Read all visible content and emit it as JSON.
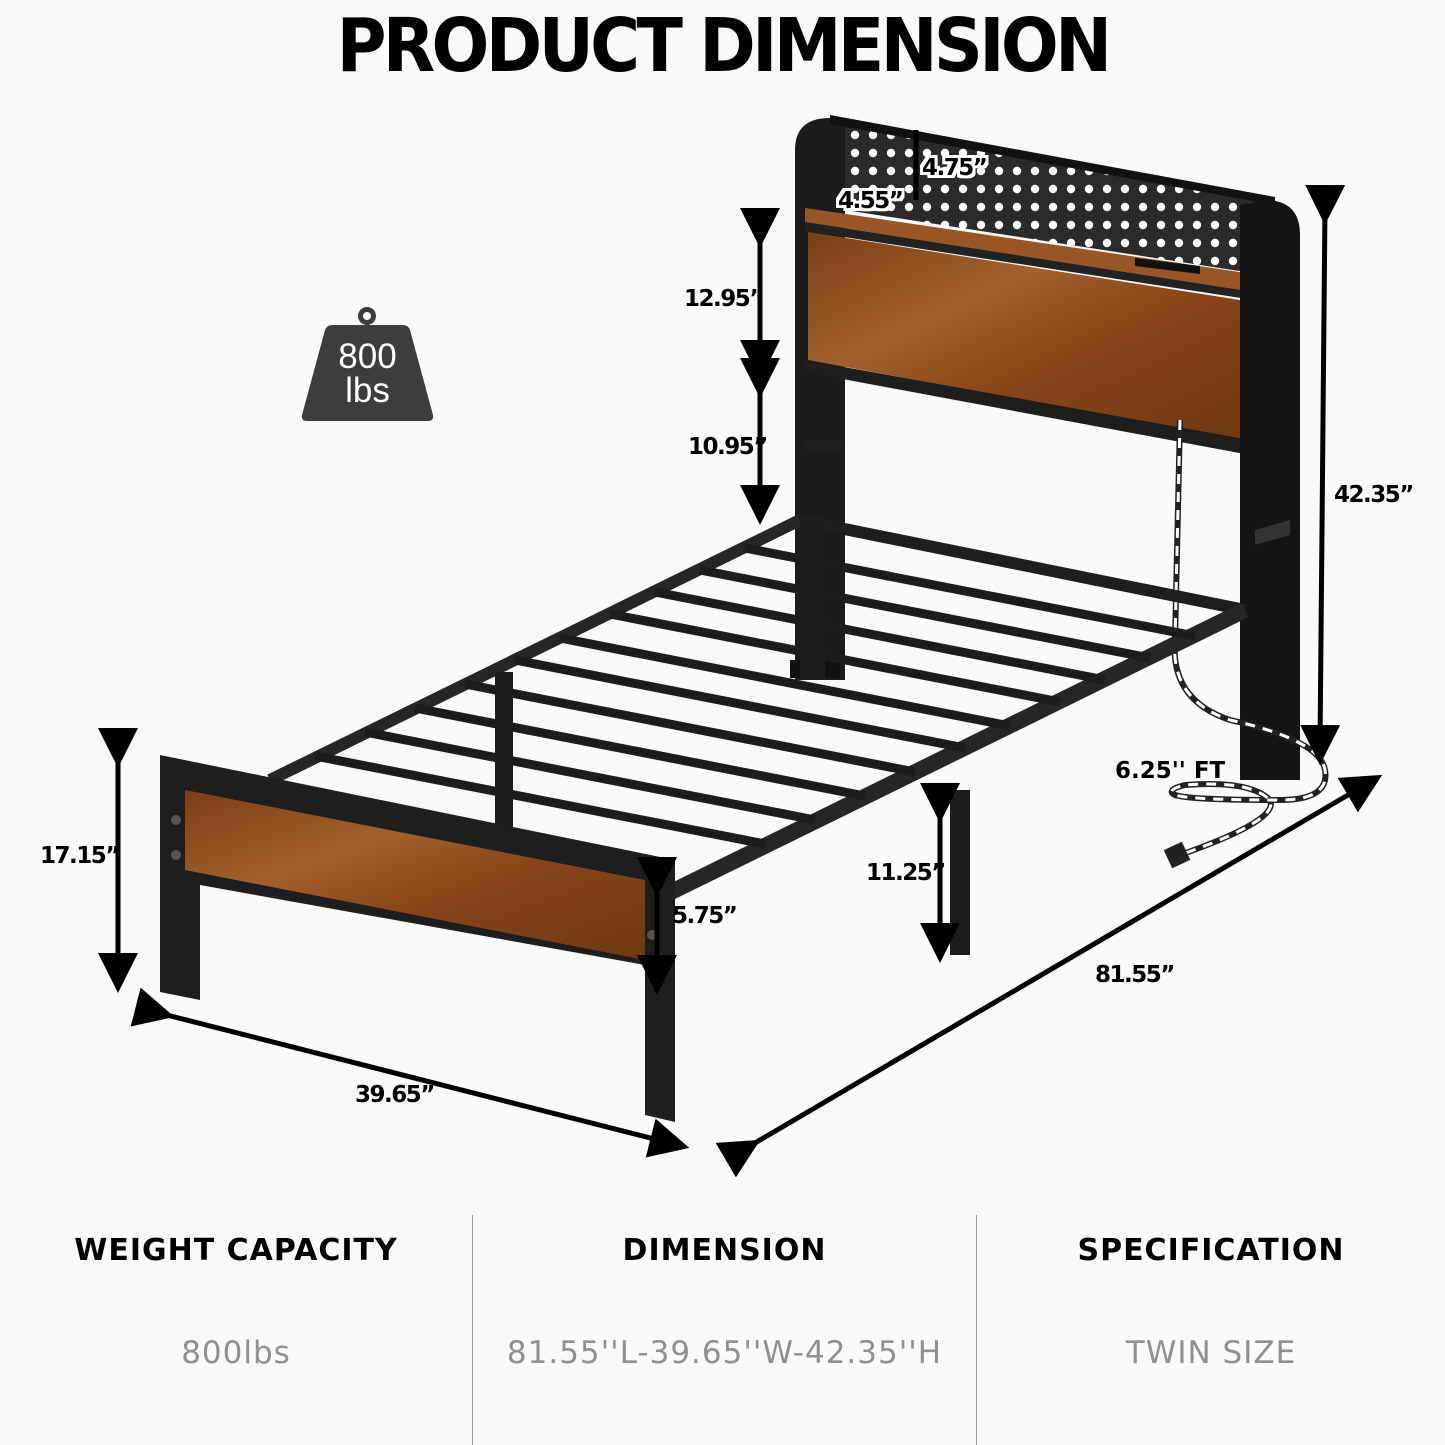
{
  "header": {
    "title": "PRODUCT DIMENSION"
  },
  "badge": {
    "icon": "weight-icon",
    "value": "800",
    "unit": "lbs"
  },
  "dimensions": {
    "shelf_depth": "4.55”",
    "shelf_height": "4.75”",
    "headboard_panel": "12.95”",
    "headboard_gap": "10.95”",
    "total_height": "42.35”",
    "cord_length": "6.25'' FT",
    "footboard_height": "17.15”",
    "footboard_panel": "5.75”",
    "under_bed_clearance": "11.25”",
    "length": "81.55”",
    "width": "39.65”"
  },
  "specs": [
    {
      "heading": "WEIGHT CAPACITY",
      "value": "800lbs"
    },
    {
      "heading": "DIMENSION",
      "value": "81.55''L-39.65''W-42.35''H"
    },
    {
      "heading": "SPECIFICATION",
      "value": "TWIN SIZE"
    }
  ],
  "colors": {
    "background": "#f8f9fb",
    "frame": "#1e1e1e",
    "wood": "#8a4a1c",
    "spec_value": "#8f8f8f"
  }
}
